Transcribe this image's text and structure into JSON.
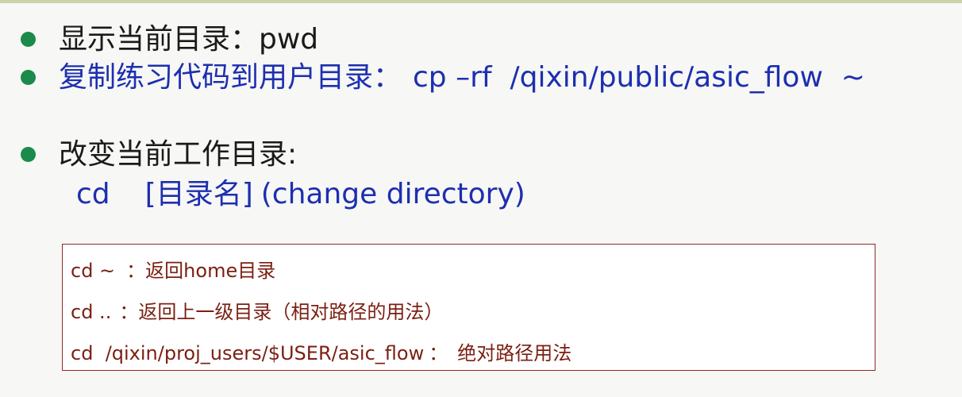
{
  "bullets": [
    {
      "label": "显示当前目录：",
      "command": "pwd",
      "color": "#1a1a1a"
    },
    {
      "label": "复制练习代码到用户目录：",
      "command": "cp –rf  /qixin/public/asic_flow  ~",
      "color": "#1d2fb0"
    },
    {
      "label": "改变当前工作目录:",
      "color": "#1a1a1a"
    }
  ],
  "cd_usage": {
    "command": "cd",
    "argument": "[目录名]",
    "description": "(change directory)"
  },
  "examples": [
    {
      "command": "cd ~",
      "separator": "：",
      "description": "返回home目录"
    },
    {
      "command": "cd ..",
      "separator": "：",
      "description": "返回上一级目录（相对路径的用法）"
    },
    {
      "command": "cd  /qixin/proj_users/$USER/asic_flow",
      "separator": "：",
      "description": "绝对路径用法"
    }
  ],
  "colors": {
    "bullet_dot": "#1b8a4a",
    "blue_text": "#1d2fb0",
    "example_text": "#7b1f12",
    "box_border": "#8e2a2a",
    "top_rule": "#c9d3a8"
  }
}
